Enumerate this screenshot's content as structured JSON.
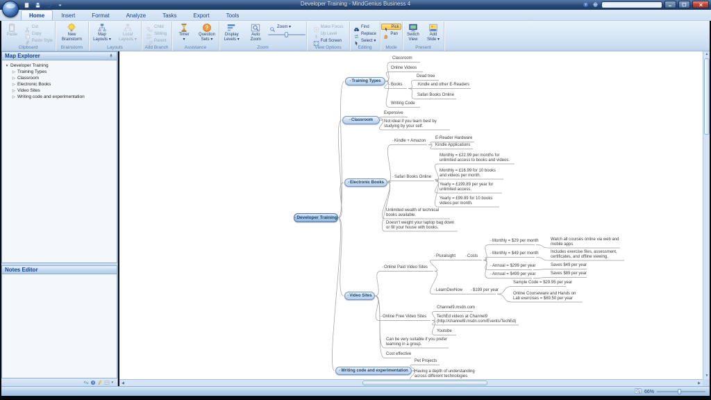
{
  "window": {
    "title": "Developer Training - MindGenius Business 4"
  },
  "tabs": {
    "active": "Home",
    "items": [
      "Home",
      "Insert",
      "Format",
      "Analyze",
      "Tasks",
      "Export",
      "Tools"
    ]
  },
  "ribbon": {
    "groups": [
      {
        "name": "Clipboard",
        "buttons": [
          {
            "label": "Paste",
            "type": "big",
            "enabled": false,
            "icon": "paste-icon"
          },
          {
            "label": "Cut",
            "type": "small",
            "enabled": false,
            "icon": "cut-icon"
          },
          {
            "label": "Copy",
            "type": "small",
            "enabled": false,
            "icon": "copy-icon"
          },
          {
            "label": "Paste Style",
            "type": "small",
            "enabled": false,
            "icon": "paste-style-icon"
          }
        ]
      },
      {
        "name": "Brainstorm",
        "buttons": [
          {
            "label": "New Brainstorm",
            "type": "big",
            "enabled": true,
            "icon": "bulb-icon"
          }
        ]
      },
      {
        "name": "Layouts",
        "buttons": [
          {
            "label": "Map Layouts",
            "type": "big",
            "enabled": true,
            "icon": "map-layouts-icon",
            "dropdown": true
          },
          {
            "label": "Local Layouts",
            "type": "big",
            "enabled": false,
            "icon": "local-layouts-icon",
            "dropdown": true
          }
        ]
      },
      {
        "name": "Add Branch",
        "buttons": [
          {
            "label": "Child",
            "type": "small",
            "enabled": false,
            "icon": "child-icon"
          },
          {
            "label": "Sibling",
            "type": "small",
            "enabled": false,
            "icon": "sibling-icon"
          },
          {
            "label": "Parent",
            "type": "small",
            "enabled": false,
            "icon": "parent-icon"
          }
        ]
      },
      {
        "name": "Assistance",
        "buttons": [
          {
            "label": "Timer",
            "type": "big",
            "enabled": true,
            "icon": "timer-icon",
            "dropdown": true
          },
          {
            "label": "Question Sets",
            "type": "big",
            "enabled": true,
            "icon": "question-sets-icon",
            "dropdown": true
          }
        ]
      },
      {
        "name": "Zoom",
        "slider": true,
        "buttons": [
          {
            "label": "Display Levels",
            "type": "big",
            "enabled": true,
            "icon": "display-levels-icon",
            "dropdown": true
          },
          {
            "label": "Auto Zoom",
            "type": "big",
            "enabled": true,
            "icon": "auto-zoom-icon"
          },
          {
            "label": "Zoom",
            "type": "small",
            "enabled": true,
            "icon": "zoom-icon",
            "dropdown": true
          }
        ]
      },
      {
        "name": "View Options",
        "buttons": [
          {
            "label": "Make Focus",
            "type": "small",
            "enabled": false,
            "icon": "make-focus-icon"
          },
          {
            "label": "Up Level",
            "type": "small",
            "enabled": false,
            "icon": "up-level-icon"
          },
          {
            "label": "Full Screen",
            "type": "small",
            "enabled": true,
            "icon": "full-screen-icon"
          }
        ]
      },
      {
        "name": "Editing",
        "buttons": [
          {
            "label": "Find",
            "type": "small",
            "enabled": true,
            "icon": "find-icon"
          },
          {
            "label": "Replace",
            "type": "small",
            "enabled": true,
            "icon": "replace-icon"
          },
          {
            "label": "Select",
            "type": "small",
            "enabled": true,
            "icon": "select-icon",
            "dropdown": true
          }
        ]
      },
      {
        "name": "Mode",
        "buttons": [
          {
            "label": "Pick",
            "type": "small",
            "enabled": true,
            "icon": "pick-icon",
            "selected": true
          },
          {
            "label": "Pan",
            "type": "small",
            "enabled": true,
            "icon": "pan-icon"
          }
        ]
      },
      {
        "name": "Present",
        "buttons": [
          {
            "label": "Switch View",
            "type": "big",
            "enabled": true,
            "icon": "switch-view-icon"
          },
          {
            "label": "Add Slide",
            "type": "big",
            "enabled": true,
            "icon": "add-slide-icon",
            "dropdown": true
          }
        ]
      }
    ]
  },
  "sidebar": {
    "map_explorer": {
      "title": "Map Explorer",
      "items": [
        {
          "label": "Developer Training",
          "level": 0,
          "expanded": true
        },
        {
          "label": "Training Types",
          "level": 1,
          "expanded": false
        },
        {
          "label": "Classroom",
          "level": 1,
          "expanded": false
        },
        {
          "label": "Electronic Books",
          "level": 1,
          "expanded": false
        },
        {
          "label": "Video Sites",
          "level": 1,
          "expanded": false
        },
        {
          "label": "Writing code and experimentation",
          "level": 1,
          "expanded": false
        }
      ]
    },
    "notes_editor": {
      "title": "Notes Editor",
      "content": ""
    }
  },
  "statusbar": {
    "zoom_percent": "66%"
  },
  "mindmap": {
    "id": "root",
    "label": "Developer Training",
    "children": [
      {
        "id": "training-types",
        "label": "Training Types",
        "children": [
          {
            "id": "tt-classroom",
            "label": "Classroom"
          },
          {
            "id": "tt-online-videos",
            "label": "Online Videos"
          },
          {
            "id": "tt-books",
            "label": "Books",
            "children": [
              {
                "id": "tt-dead-tree",
                "label": "Dead tree"
              },
              {
                "id": "tt-kindle",
                "label": "Kindle and other E-Readers"
              },
              {
                "id": "tt-safari",
                "label": "Safari Books Online"
              }
            ]
          },
          {
            "id": "tt-writing-code",
            "label": "Writing Code"
          }
        ]
      },
      {
        "id": "classroom",
        "label": "Classroom",
        "children": [
          {
            "id": "cl-expensive",
            "label": "Expensive"
          },
          {
            "id": "cl-not-ideal",
            "label": "Not ideal if you learn best by studying by your self."
          }
        ]
      },
      {
        "id": "electronic-books",
        "label": "Electronic Books",
        "children": [
          {
            "id": "eb-kindle-amazon",
            "label": "Kindle + Amazon",
            "children": [
              {
                "id": "eb-ereader-hw",
                "label": "E-Reader Hardware"
              },
              {
                "id": "eb-kindle-apps",
                "label": "Kindle Applications"
              }
            ]
          },
          {
            "id": "eb-safari",
            "label": "Safari Books Online",
            "children": [
              {
                "id": "eb-m1",
                "label": "Monthly = £22.99 per months for unlimited access to books and videos."
              },
              {
                "id": "eb-m2",
                "label": "Monthly = £16.99 for 10 books and videos per month."
              },
              {
                "id": "eb-y1",
                "label": "Yearly = £199.89 per year for unlimited access."
              },
              {
                "id": "eb-y2",
                "label": "Yearly = £99.89 for 10 books videos per month."
              }
            ]
          },
          {
            "id": "eb-unlimited",
            "label": "Unlimited wealth of technical books available."
          },
          {
            "id": "eb-weight",
            "label": "Doesn't weight your laptop bag down or fill your house with books."
          }
        ]
      },
      {
        "id": "video-sites",
        "label": "Video Sites",
        "children": [
          {
            "id": "vs-paid",
            "label": "Online Paid Video Sites",
            "children": [
              {
                "id": "vs-pluralsight",
                "label": "Pluralsight",
                "children": [
                  {
                    "id": "vs-costs",
                    "label": "Costs",
                    "children": [
                      {
                        "id": "vs-m29",
                        "label": "Monthly = $29 per month",
                        "children": [
                          {
                            "id": "vs-m29-d",
                            "label": "Watch all courses online via web and mobile apps"
                          }
                        ]
                      },
                      {
                        "id": "vs-m49",
                        "label": "Monthly = $49 per month",
                        "children": [
                          {
                            "id": "vs-m49-d",
                            "label": "Includes exercise files, assessment, certificates, and offline viewing."
                          }
                        ]
                      },
                      {
                        "id": "vs-a299",
                        "label": "Annual = $299 per year",
                        "children": [
                          {
                            "id": "vs-a299-d",
                            "label": "Saves $49 per year"
                          }
                        ]
                      },
                      {
                        "id": "vs-a499",
                        "label": "Annual = $499 per year",
                        "children": [
                          {
                            "id": "vs-a499-d",
                            "label": "Saves $89 per year"
                          }
                        ]
                      }
                    ]
                  }
                ]
              },
              {
                "id": "vs-learndevnow",
                "label": "LearnDevNow",
                "children": [
                  {
                    "id": "vs-ldn-price",
                    "label": "$199 per year",
                    "children": [
                      {
                        "id": "vs-sample",
                        "label": "Sample Code = $29.95 per year"
                      },
                      {
                        "id": "vs-courseware",
                        "label": "Online Courseware and Hands on Lab exercises = $69.50 per year"
                      }
                    ]
                  }
                ]
              }
            ]
          },
          {
            "id": "vs-free",
            "label": "Online Free Video Sites",
            "children": [
              {
                "id": "vs-channel9",
                "label": "Channel9.msdn.com"
              },
              {
                "id": "vs-teched",
                "label": "TechEd videos at Channel9 (http://channel9.msdn.com/Events/TechEd)"
              },
              {
                "id": "vs-youtube",
                "label": "Youtube"
              }
            ]
          },
          {
            "id": "vs-group",
            "label": "Can be very suitable if you prefer learning in a group."
          },
          {
            "id": "vs-cost",
            "label": "Cost effective"
          }
        ]
      },
      {
        "id": "writing-code",
        "label": "Writing code and experimentation",
        "children": [
          {
            "id": "wc-pet",
            "label": "Pet Projects"
          },
          {
            "id": "wc-depth",
            "label": "Having a depth of understanding across different technologies"
          }
        ]
      }
    ]
  }
}
